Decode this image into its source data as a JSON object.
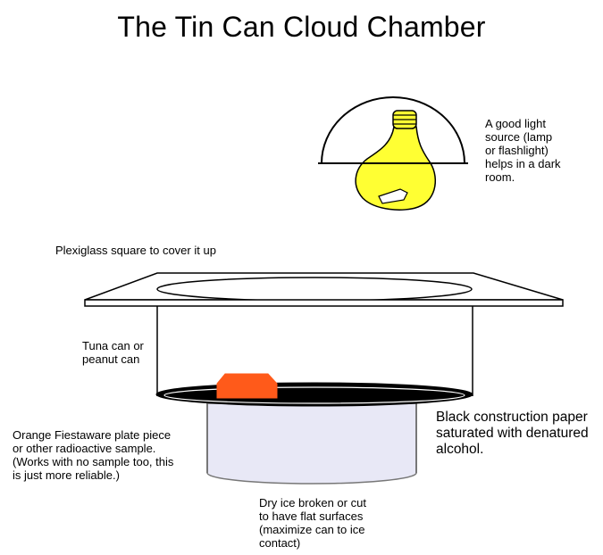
{
  "title": "The Tin Can Cloud Chamber",
  "labels": {
    "light_source": "A good light\nsource (lamp\nor flashlight)\nhelps in a dark\nroom.",
    "plexiglass": "Plexiglass square to cover it up",
    "tuna_can": "Tuna can or\npeanut can",
    "sample": "Orange Fiestaware plate piece\nor other radioactive sample.\n(Works with no sample too, this\nis just more reliable.)",
    "black_paper": "Black construction paper\nsaturated with denatured\nalcohol.",
    "dry_ice": "Dry ice broken or cut\nto have flat surfaces\n(maximize can to ice\ncontact)"
  },
  "colors": {
    "bulb": "#ffff33",
    "sample": "#ff5a1a",
    "dry_ice": "#e8e8f6",
    "paper": "#000000",
    "outline": "#000000"
  }
}
